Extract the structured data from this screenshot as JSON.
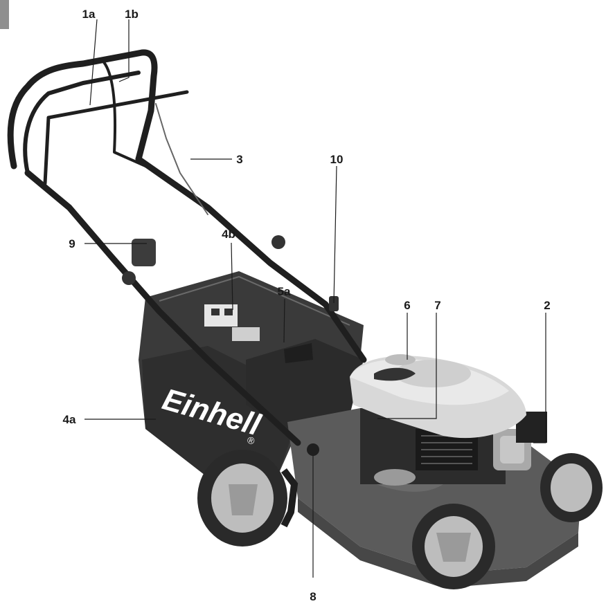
{
  "brand": {
    "logo_text": "Einhell",
    "registered_mark": "®"
  },
  "callouts": [
    {
      "id": "1a",
      "label": "1a"
    },
    {
      "id": "1b",
      "label": "1b"
    },
    {
      "id": "3",
      "label": "3"
    },
    {
      "id": "10",
      "label": "10"
    },
    {
      "id": "9",
      "label": "9"
    },
    {
      "id": "4b",
      "label": "4b"
    },
    {
      "id": "5a",
      "label": "5a"
    },
    {
      "id": "6",
      "label": "6"
    },
    {
      "id": "7",
      "label": "7"
    },
    {
      "id": "2",
      "label": "2"
    },
    {
      "id": "4a",
      "label": "4a"
    },
    {
      "id": "8",
      "label": "8"
    }
  ],
  "colors": {
    "background": "#ffffff",
    "line": "#1a1a1a",
    "deck": "#5b5b5b",
    "bag": "#3a3a3a",
    "engine_cover": "#d8d8d8",
    "tire": "#2a2a2a",
    "hub": "#bdbdbd",
    "handle": "#1f1f1f"
  }
}
